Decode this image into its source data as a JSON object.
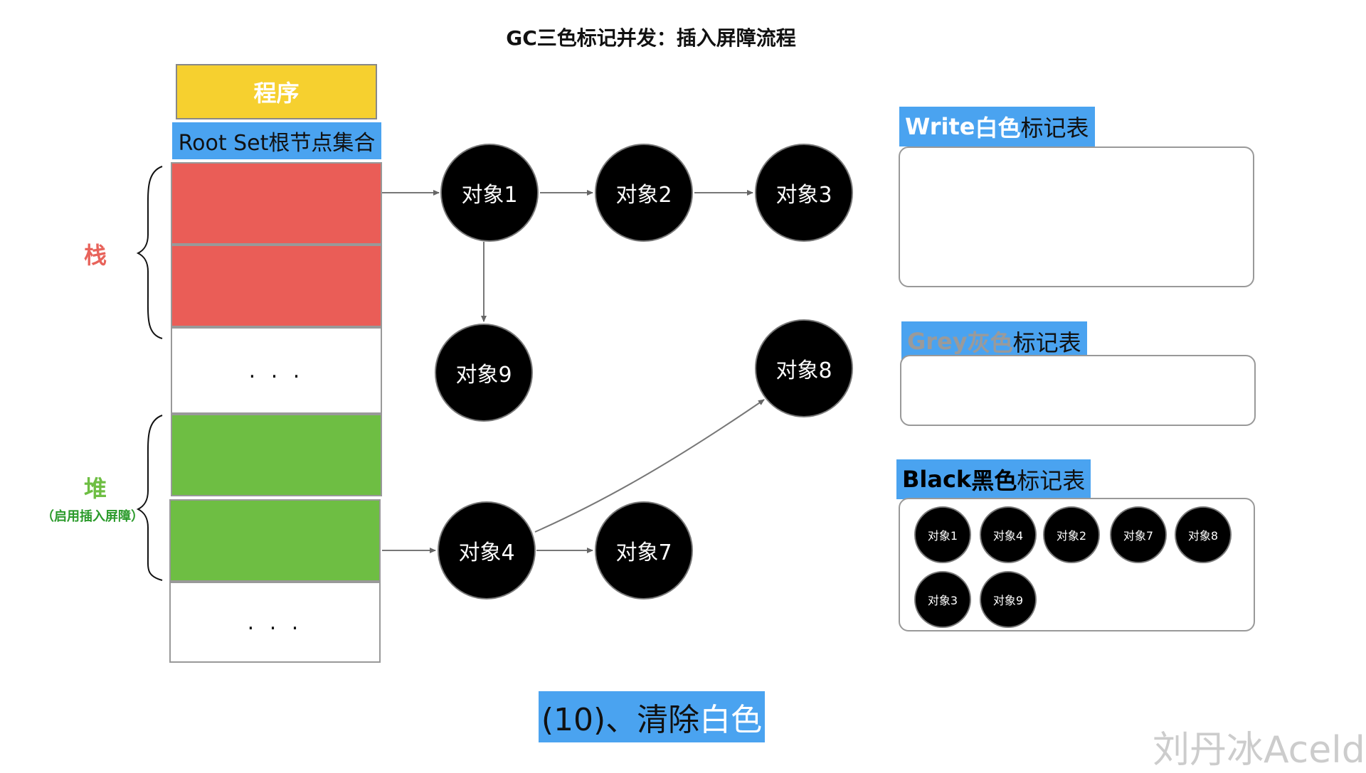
{
  "title": "GC三色标记并发：插入屏障流程",
  "program_label": "程序",
  "root_set_label": "Root Set根节点集合",
  "stack_label": "栈",
  "heap_label": "堆",
  "heap_note": "（启用插入屏障）",
  "ellipsis": ". . .",
  "objects": {
    "o1": "对象1",
    "o2": "对象2",
    "o3": "对象3",
    "o4": "对象4",
    "o7": "对象7",
    "o8": "对象8",
    "o9": "对象9"
  },
  "tables": {
    "white": {
      "prefix": "Write ",
      "color_word": "白色",
      "suffix": "标记表"
    },
    "grey": {
      "prefix": "Grey ",
      "color_word": "灰色",
      "suffix": "标记表"
    },
    "black": {
      "prefix": "Black ",
      "color_word": "黑色",
      "suffix": "标记表"
    }
  },
  "black_table_items": [
    "对象1",
    "对象4",
    "对象2",
    "对象7",
    "对象8",
    "对象3",
    "对象9"
  ],
  "step": {
    "prefix": "(10)、清除",
    "highlight": "白色"
  },
  "watermark": "刘丹冰Aceld",
  "colors": {
    "program": "#f6d02f",
    "label_blue": "#4aa3f0",
    "stack_red": "#ea5d57",
    "heap_green": "#6ebe43",
    "stack_text": "#e8635b",
    "heap_text": "#6ebe43",
    "grey_text": "#9a9a9a",
    "node": "#000000"
  }
}
